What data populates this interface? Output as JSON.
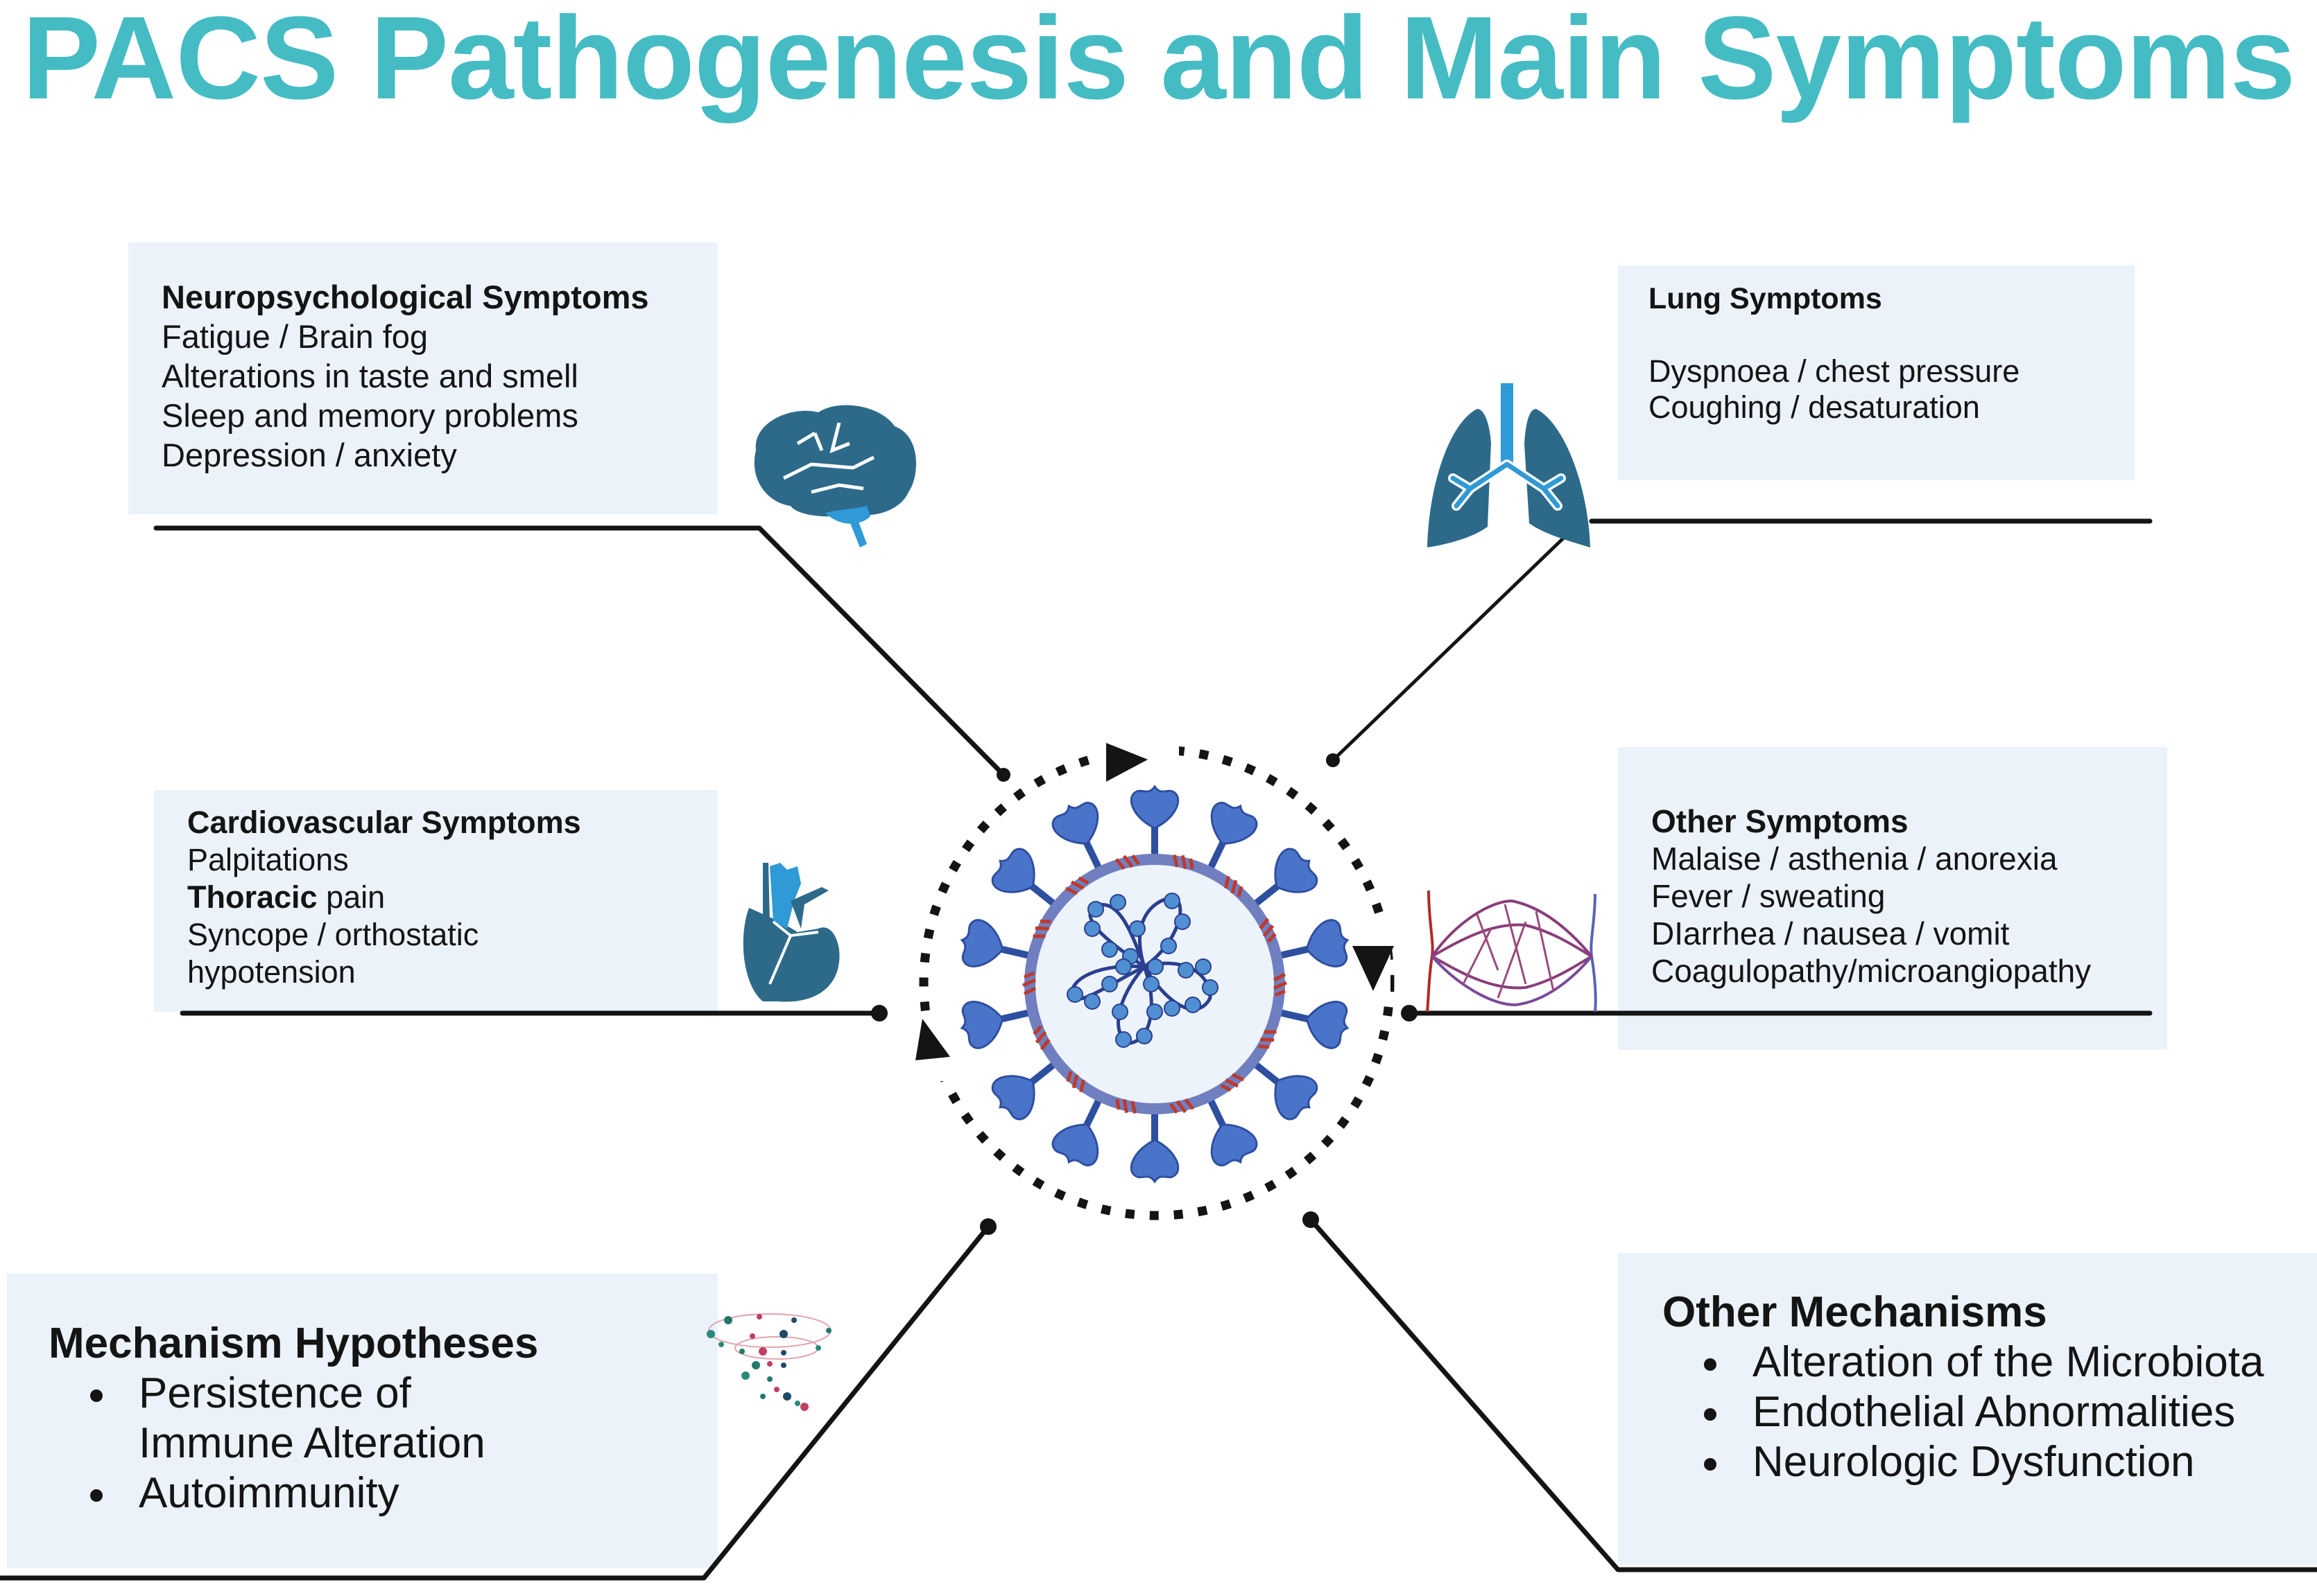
{
  "title": "PACS Pathogenesis and Main Symptoms",
  "colors": {
    "title": "#45bcc4",
    "box_background": "#ebf2fa",
    "organ_dark": "#2d6a8a",
    "organ_light": "#2f9ad6",
    "virus_spike": "#4a74c9",
    "virus_membrane": "#6f7fc0",
    "virus_protein": "#c0392b",
    "connector": "#141414"
  },
  "panels": {
    "neuropsychological": {
      "heading": "Neuropsychological Symptoms",
      "items": [
        "Fatigue / Brain fog",
        "Alterations in taste and smell",
        "Sleep and memory problems",
        "Depression / anxiety"
      ],
      "icon": "brain-icon"
    },
    "lung": {
      "heading": "Lung Symptoms",
      "items": [
        "Dyspnoea / chest pressure",
        "Coughing / desaturation"
      ],
      "icon": "lungs-icon"
    },
    "cardiovascular": {
      "heading": "Cardiovascular Symptoms",
      "items": [
        "Palpitations",
        "Thoracic",
        " pain",
        "Syncope / orthostatic",
        "hypotension"
      ],
      "icon": "heart-icon"
    },
    "other_symptoms": {
      "heading": "Other Symptoms",
      "items": [
        "Malaise / asthenia / anorexia",
        "Fever / sweating",
        "DIarrhea / nausea / vomit",
        "Coagulopathy/microangiopathy"
      ],
      "icon": "capillary-bed-icon"
    },
    "mechanism_hypotheses": {
      "heading": "Mechanism Hypotheses",
      "items": [
        "Persistence of Immune Alteration",
        "Autoimmunity"
      ],
      "icon": "cytokine-storm-icon"
    },
    "other_mechanisms": {
      "heading": "Other Mechanisms",
      "items": [
        "Alteration of the Microbiota",
        "Endothelial Abnormalities",
        "Neurologic Dysfunction"
      ]
    }
  },
  "center": {
    "icon": "sars-cov-2-virus-icon",
    "cycle": "circular-dotted-arrows-icon",
    "spike_count": 14
  }
}
